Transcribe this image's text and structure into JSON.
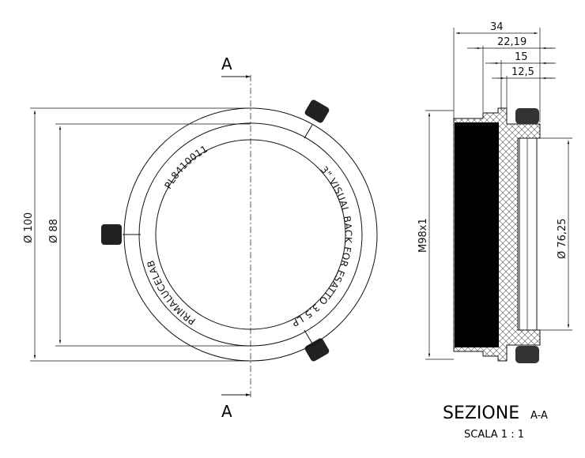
{
  "front_view": {
    "section_mark_top": "A",
    "section_mark_bottom": "A",
    "dim_outer": "Ø 100",
    "dim_inner": "Ø 88",
    "engraving_code": "PL8410011",
    "engraving_product": "3\" VISUAL BACK FOR ESATTO 3,5 LP",
    "engraving_brand": "PRIMALUCELAB"
  },
  "section_view": {
    "dims_top": [
      "34",
      "22,19",
      "15",
      "12,5"
    ],
    "dim_thread": "M98x1",
    "dim_bore": "Ø 76,25",
    "title": "SEZIONE",
    "title_suffix": "A-A",
    "scale": "SCALA 1 : 1"
  },
  "colors": {
    "line": "#111111",
    "fill": "#000000"
  }
}
